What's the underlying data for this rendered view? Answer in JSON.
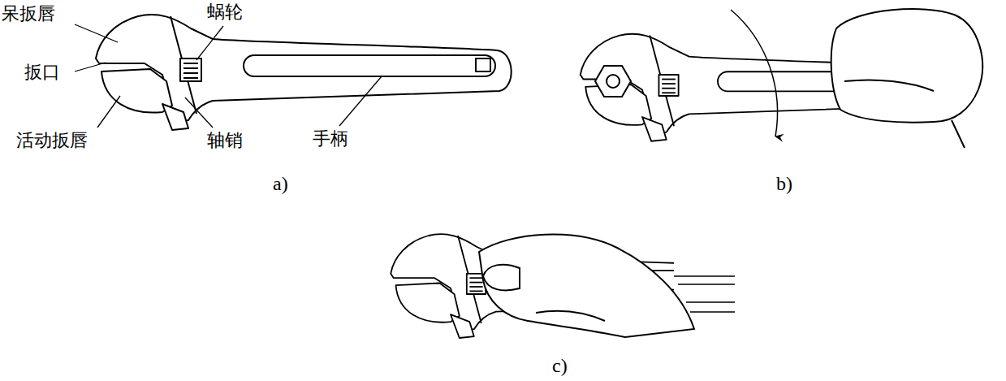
{
  "diagram": {
    "labels": [
      "呆扳唇",
      "蜗轮",
      "扳口",
      "活动扳唇",
      "轴销",
      "手柄",
      "a)",
      "b)",
      "c)"
    ]
  }
}
